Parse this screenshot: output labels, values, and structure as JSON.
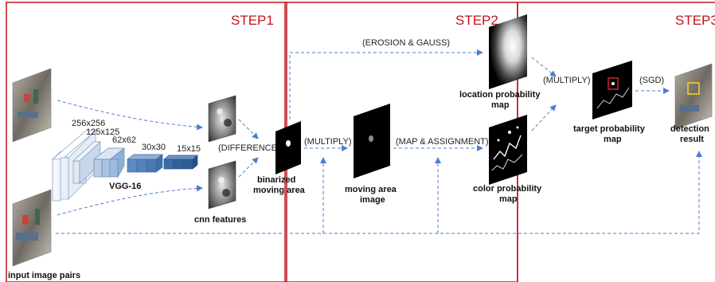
{
  "steps": [
    "STEP1",
    "STEP2",
    "STEP3"
  ],
  "labels": {
    "input_pairs": "input image pairs",
    "cnn_features": "cnn features",
    "vgg": "VGG-16",
    "dim_256": "256x256",
    "dim_125": "125x125",
    "dim_62": "62x62",
    "dim_30": "30x30",
    "dim_15": "15x15",
    "difference": "(DIFFERENCE)",
    "multiply_1": "(MULTIPLY)",
    "erosion_gauss": "(EROSION & GAUSS)",
    "map_assignment": "(MAP & ASSIGNMENT)",
    "multiply_2": "(MULTIPLY)",
    "sgd": "(SGD)",
    "binarized_1": "binarized",
    "binarized_2": "moving area",
    "moving_area_1": "moving  area",
    "moving_area_2": "image",
    "location_1": "location probability",
    "location_2": "map",
    "color_1": "color probability",
    "color_2": "map",
    "target_1": "target probability",
    "target_2": "map",
    "detection_1": "detection",
    "detection_2": "result"
  },
  "colors": {
    "step_red": "#c0141c",
    "arrow_blue": "#4a7fd0",
    "layer_light": "#dfe8f3",
    "layer_mid": "#9dbbdc",
    "layer_dark": "#2e5d96"
  },
  "icons": [
    "street-photo-icon",
    "cnn-feature-icon",
    "probability-map-icon"
  ]
}
